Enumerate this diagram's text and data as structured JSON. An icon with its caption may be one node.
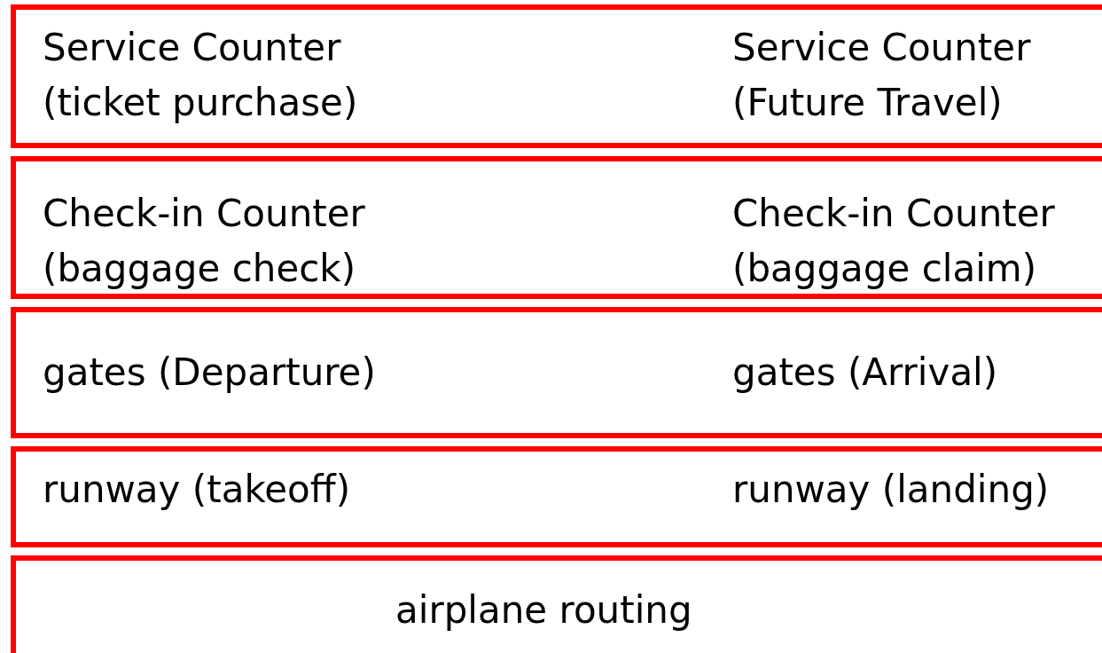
{
  "diagram": {
    "nodes": [
      {
        "text": [
          "Service Counter (ticket purchase)",
          "Service Counter (Future Travel)"
        ]
      },
      {
        "text": [
          "Check-in Counter (baggage check)",
          "Check-in Counter (baggage claim)"
        ]
      },
      {
        "text": [
          "gates (Departure)",
          "gates (Arrival)"
        ]
      },
      {
        "text": [
          "runway (takeoff)",
          "runway (landing)"
        ]
      },
      {
        "text": [
          "airplane routing"
        ]
      }
    ]
  }
}
